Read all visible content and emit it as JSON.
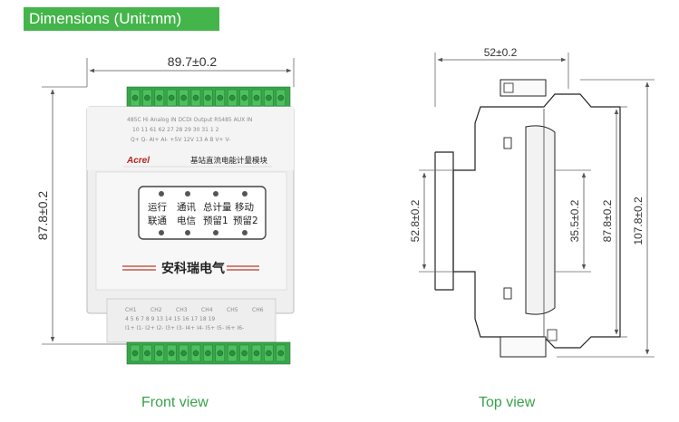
{
  "header": {
    "title": "Dimensions (Unit:mm)"
  },
  "captions": {
    "front": "Front view",
    "top": "Top view"
  },
  "front_view": {
    "width_dim": "89.7±0.2",
    "height_dim": "87.8±0.2",
    "top_labels_row1": "485C  Hi Analog IN  DCDI  Output  RS485     AUX IN",
    "top_labels_row2": "10  11  61  62  27  28  29  30  31     1   2",
    "top_labels_row3": "Q+  Q-  AI+  AI-  +5V  12V  13  A   B      V+  V-",
    "logo": "Acrel",
    "model": "基站直流电能计量模块",
    "indicators": {
      "row1": [
        "运行",
        "通讯",
        "总计量",
        "移动"
      ],
      "row2": [
        "联通",
        "电信",
        "预留1",
        "预留2"
      ]
    },
    "brand": "安科瑞电气",
    "channels": [
      "CH1",
      "CH2",
      "CH3",
      "CH4",
      "CH5",
      "CH6"
    ],
    "bottom_labels_row1": "4  5  6  7  8  9  13  14  15  16  17  18  19",
    "bottom_labels_row2": "I1+ I1- I2+ I2- I3+ I3- I4+ I4- I5+ I5- I6+ I6-"
  },
  "top_view": {
    "width_dim": "52±0.2",
    "dims_vertical": [
      "52.8±0.2",
      "35.5±0.2",
      "87.8±0.2",
      "107.8±0.2"
    ]
  },
  "colors": {
    "banner": "#44b54a",
    "caption": "#3aa14a",
    "terminal": "#2f9e44",
    "dim_line": "#555555"
  }
}
